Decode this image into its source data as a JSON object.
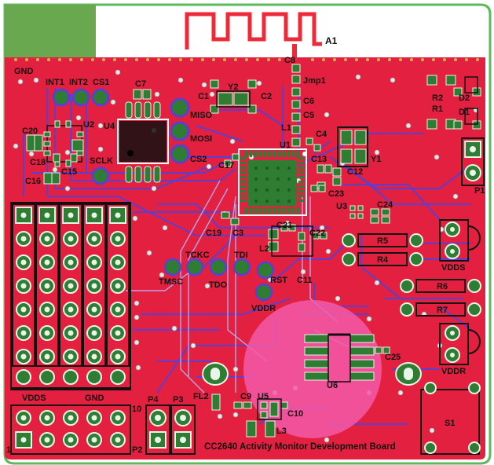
{
  "board": {
    "title": "CC2640 Activity Monitor Development Board",
    "colors": {
      "pcb": "#e3203f",
      "trace": "#5b3fd0",
      "trace_light": "#b9a6e8",
      "silk": "#111111",
      "pad": "#2e7d32",
      "pad_light": "#e8f5e9",
      "outline": "#5cb85c",
      "antenna": "#ee2a3a",
      "highlight": "#f25aa8"
    }
  },
  "labels": {
    "gnd": "GND",
    "antenna": "A1",
    "int1": "INT1",
    "int2": "INT2",
    "cs1": "CS1",
    "c7": "C7",
    "c1": "C1",
    "y2": "Y2",
    "c2": "C2",
    "c8": "C8",
    "jmp1": "Jmp1",
    "c6": "C6",
    "c5": "C5",
    "l1": "L1",
    "c4": "C4",
    "u1": "U1",
    "c13": "C13",
    "c12": "C12",
    "y1": "Y1",
    "r2": "R2",
    "r1": "R1",
    "d2": "D2",
    "d1": "D1",
    "p1": "P1",
    "c20": "C20",
    "u2": "U2",
    "u4": "U4",
    "miso": "MISO",
    "mosi": "MOSI",
    "c18": "C18",
    "c15": "C15",
    "c16": "C16",
    "sclk": "SCLK",
    "cs2": "CS2",
    "c17": "C17",
    "c23": "C23",
    "u3": "U3",
    "c24": "C24",
    "c19": "C19",
    "c3": "C3",
    "c21": "C21",
    "c22": "C22",
    "l2": "L2",
    "r5": "R5",
    "r4": "R4",
    "vdds": "VDDS",
    "tckc": "TCKC",
    "tdi": "TDI",
    "tmsc": "TMSC",
    "tdo": "TDO",
    "rst": "RST",
    "c11": "C11",
    "r6": "R6",
    "r7": "R7",
    "vddr": "VDDR",
    "c25": "C25",
    "u6": "U6",
    "fl2": "FL2",
    "c9": "C9",
    "u5": "U5",
    "c10": "C10",
    "l3": "L3",
    "s1": "S1",
    "p2": "P2",
    "p3": "P3",
    "p4": "P4",
    "pin1": "1",
    "pin10": "10"
  }
}
